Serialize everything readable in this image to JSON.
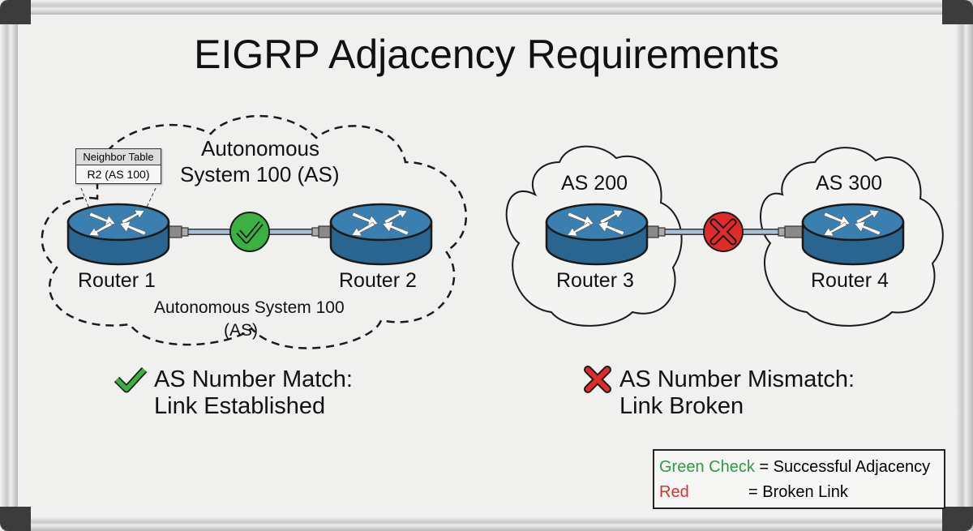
{
  "title": "EIGRP Adjacency Requirements",
  "left_scenario": {
    "cloud_label_top": "Autonomous System 100 (AS)",
    "cloud_label_top_line1": "Autonomous",
    "cloud_label_top_line2": "System 100 (AS)",
    "cloud_label_bottom_line1": "Autonomous System 100",
    "cloud_label_bottom_line2": "(AS)",
    "neighbor_table": {
      "header": "Neighbor Table",
      "entry": "R2 (AS 100)"
    },
    "router_a": "Router 1",
    "router_b": "Router 2",
    "link_status_icon": "check-circle-icon",
    "status_line1": "AS Number Match:",
    "status_line2": "Link Established",
    "status_icon": "check-icon"
  },
  "right_scenario": {
    "as_a": "AS 200",
    "as_b": "AS 300",
    "router_a": "Router 3",
    "router_b": "Router 4",
    "link_status_icon": "x-circle-icon",
    "status_line1": "AS Number Mismatch:",
    "status_line2": "Link Broken",
    "status_icon": "x-icon"
  },
  "legend": {
    "row1_key": "Green Check",
    "row1_value": "= Successful Adjacency",
    "row2_key": "Red",
    "row2_value": "= Broken Link"
  },
  "colors": {
    "router_blue": "#2f6f9e",
    "check_green": "#3cb043",
    "cross_red": "#e02b2b",
    "legend_green": "#2e9a48",
    "legend_red": "#d0342c"
  }
}
